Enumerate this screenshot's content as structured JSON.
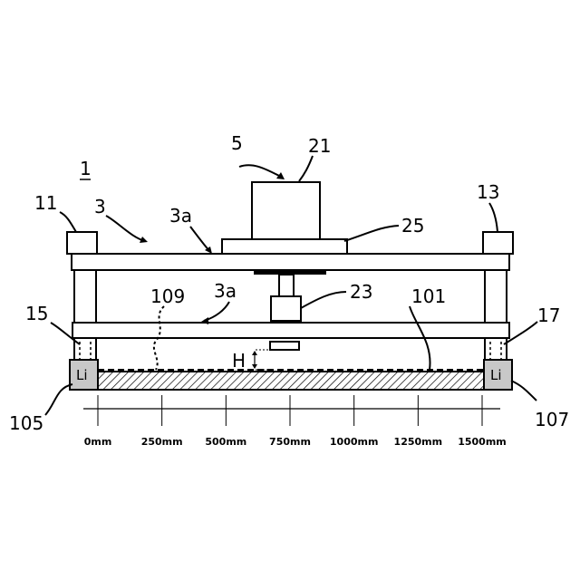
{
  "figure": {
    "ref_1": "1",
    "ref_3": "3",
    "ref_3a_top": "3a",
    "ref_3a_mid": "3a",
    "ref_5": "5",
    "ref_11": "11",
    "ref_13": "13",
    "ref_15": "15",
    "ref_17": "17",
    "ref_21": "21",
    "ref_23": "23",
    "ref_25": "25",
    "ref_101": "101",
    "ref_105": "105",
    "ref_107": "107",
    "ref_109": "109",
    "ref_H": "H",
    "sensor_left": "Li",
    "sensor_right": "Li"
  },
  "scale": {
    "ticks": [
      "0mm",
      "250mm",
      "500mm",
      "750mm",
      "1000mm",
      "1250mm",
      "1500mm"
    ]
  },
  "colors": {
    "line": "#000000",
    "sensor_fill": "#c8c8c8",
    "hatch": "#000000"
  }
}
